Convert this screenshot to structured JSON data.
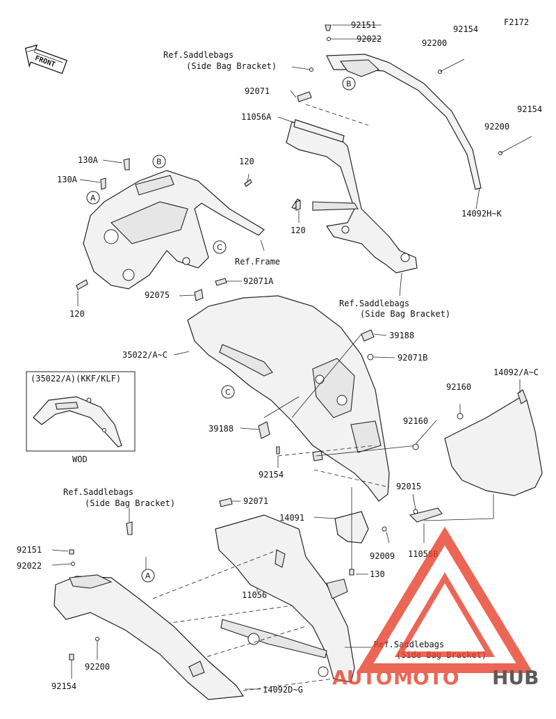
{
  "figure_code": "F2172",
  "front_badge": "FRONT",
  "inset_title": "(35022/A)(KKF/KLF)",
  "inset_caption": "WOD",
  "callouts": {
    "A": "A",
    "B": "B",
    "C": "C"
  },
  "labels": {
    "p92151_top": "92151",
    "p92022_top": "92022",
    "p92154_tr1": "92154",
    "p92200_tr1": "92200",
    "ref_sb_top_1": "Ref.Saddlebags",
    "ref_sb_top_2": "(Side Bag Bracket)",
    "p92071_top": "92071",
    "p11056A": "11056A",
    "p92154_tr2": "92154",
    "p92200_tr2": "92200",
    "p14092HK": "14092H~K",
    "p130A_1": "130A",
    "p130A_2": "130A",
    "p120_1": "120",
    "p120_2": "120",
    "p120_3": "120",
    "ref_frame": "Ref.Frame",
    "p92071A": "92071A",
    "p92075": "92075",
    "ref_sb_mid_1": "Ref.Saddlebags",
    "ref_sb_mid_2": "(Side Bag Bracket)",
    "p39188_1": "39188",
    "p92071B": "92071B",
    "p35022": "35022/A~C",
    "p14092AC": "14092/A~C",
    "p92160_1": "92160",
    "p92160_2": "92160",
    "p39188_2": "39188",
    "p92154_mid": "92154",
    "p92015": "92015",
    "ref_sb_bot_1": "Ref.Saddlebags",
    "ref_sb_bot_2": "(Side Bag Bracket)",
    "p92071_bot": "92071",
    "p14091": "14091",
    "p92009": "92009",
    "p11056B": "11056B",
    "p92151_bot": "92151",
    "p92022_bot": "92022",
    "p130": "130",
    "p11056": "11056",
    "ref_sb_br_1": "Ref.Saddlebags",
    "ref_sb_br_2": "(Side Bag Bracket)",
    "p92200_bot": "92200",
    "p92154_bot": "92154",
    "p14092DG": "14092D~G"
  },
  "watermark": {
    "text_accent": "AUTO",
    "text_mid": "MOTO",
    "text_end": "HUB",
    "accent_color": "#e8412c",
    "dark_color": "#333333"
  }
}
